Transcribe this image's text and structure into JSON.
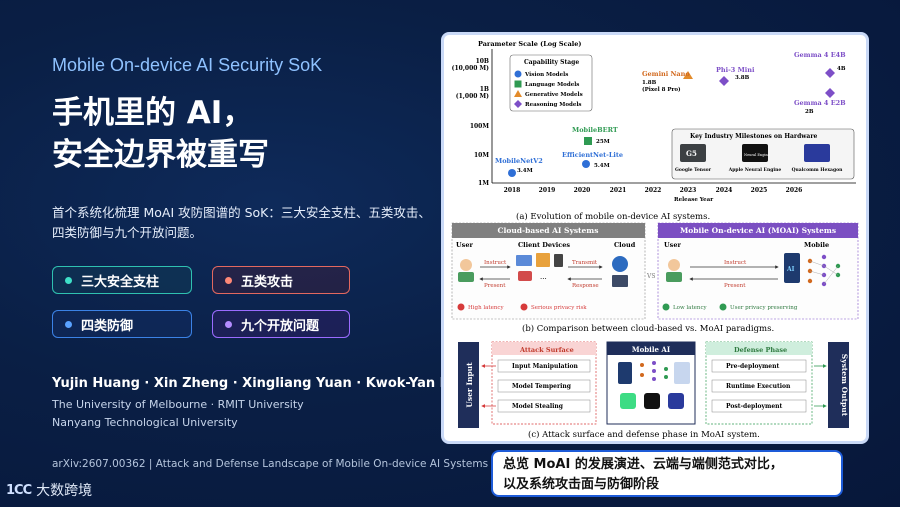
{
  "header": {
    "subtitle": "Mobile On-device AI Security SoK",
    "title_line1": "手机里的 AI，",
    "title_line2": "安全边界被重写",
    "description": "首个系统化梳理 MoAI 攻防图谱的 SoK：三大安全支柱、五类攻击、四类防御与九个开放问题。"
  },
  "pills": [
    {
      "label": "三大安全支柱",
      "color": "#3fe0c8"
    },
    {
      "label": "五类攻击",
      "color": "#ff8877"
    },
    {
      "label": "四类防御",
      "color": "#5aa2ff"
    },
    {
      "label": "九个开放问题",
      "color": "#b48cff"
    }
  ],
  "authors": {
    "names": "Yujin Huang · Xin Zheng · Xingliang Yuan · Kwok-Yan Lam",
    "affiliation1": "The University of Melbourne · RMIT University",
    "affiliation2": "Nanyang Technological University"
  },
  "footer": {
    "arxiv": "arXiv:2607.00362 | Attack and Defense Landscape of Mobile On-device AI Systems",
    "logo_mark": "1CC",
    "logo_text": "大数跨境"
  },
  "figure": {
    "panel_a": {
      "ylabel": "Parameter Scale (Log Scale)",
      "xlabel": "Release Year",
      "caption": "(a) Evolution of mobile on-device AI systems.",
      "y_ticks": [
        "10B",
        "(10,000 M)",
        "1B",
        "(1,000 M)",
        "100M",
        "10M",
        "1M"
      ],
      "x_ticks": [
        "2018",
        "2019",
        "2020",
        "2021",
        "2022",
        "2023",
        "2024",
        "2025",
        "2026"
      ],
      "legend_title": "Capability Stage",
      "legend": [
        "Vision Models",
        "Language Models",
        "Generative Models",
        "Reasoning Models"
      ],
      "points": [
        {
          "name": "MobileNetV2",
          "value": "3.4M"
        },
        {
          "name": "MobileBERT",
          "value": "25M"
        },
        {
          "name": "EfficientNet-Lite",
          "value": "5.4M"
        },
        {
          "name": "Gemini Nano",
          "value": "1.8B",
          "note": "(Pixel 8 Pro)"
        },
        {
          "name": "Phi-3 Mini",
          "value": "3.8B"
        },
        {
          "name": "Gemma 4 E4B",
          "value": "4B"
        },
        {
          "name": "Gemma 4 E2B",
          "value": "2B"
        }
      ],
      "milestones_title": "Key Industry Milestones on Hardware",
      "milestones": [
        "Google Tensor",
        "Apple Neural Engine",
        "Qualcomm Hexagon"
      ],
      "chip_labels": [
        "G5",
        "Neural Engine",
        ""
      ]
    },
    "panel_b": {
      "cloud_title": "Cloud-based AI Systems",
      "cloud_cols": [
        "User",
        "Client Devices",
        "Cloud"
      ],
      "cloud_arrows": [
        "Instruct",
        "Present",
        "Transmit",
        "Response"
      ],
      "cloud_ellipsis": "...",
      "cloud_issues": [
        "High latency",
        "Serious privacy risk"
      ],
      "vs": "VS",
      "moai_title": "Mobile On-device AI (MOAI) Systems",
      "moai_cols": [
        "User",
        "Mobile"
      ],
      "moai_arrows": [
        "Instruct",
        "Present"
      ],
      "moai_chip": "AI",
      "moai_benefits": [
        "Low latency",
        "User privacy preserving"
      ],
      "caption": "(b) Comparison between cloud-based vs. MoAI paradigms."
    },
    "panel_c": {
      "user_input": "User Input",
      "attack_title": "Attack Surface",
      "attacks": [
        "Input Manipulation",
        "Model Tempering",
        "Model Stealing"
      ],
      "mobile_title": "Mobile AI",
      "defense_title": "Defense Phase",
      "defenses": [
        "Pre-deployment",
        "Runtime Execution",
        "Post-deployment"
      ],
      "system_output": "System Output",
      "caption": "(c) Attack surface and defense phase in MoAI system."
    }
  },
  "caption_box": {
    "line1": "总览 MoAI 的发展演进、云端与端侧范式对比，",
    "line2": "以及系统攻击面与防御阶段"
  }
}
